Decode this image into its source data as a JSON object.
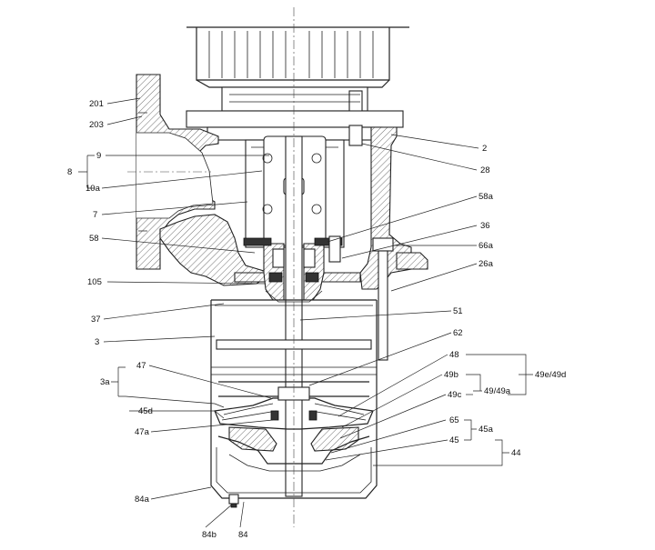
{
  "labels": {
    "201": "201",
    "203": "203",
    "9": "9",
    "8": "8",
    "10a": "10a",
    "7": "7",
    "58": "58",
    "105": "105",
    "37": "37",
    "3": "3",
    "3a": "3a",
    "47": "47",
    "45d": "45d",
    "47a": "47a",
    "84a": "84a",
    "84b": "84b",
    "84": "84",
    "2": "2",
    "28": "28",
    "58a": "58a",
    "36": "36",
    "66a": "66a",
    "26a": "26a",
    "51": "51",
    "62": "62",
    "48": "48",
    "49b": "49b",
    "49e49d": "49e/49d",
    "4949a": "49/49a",
    "49c": "49c",
    "65": "65",
    "45a": "45a",
    "45": "45",
    "44": "44"
  }
}
